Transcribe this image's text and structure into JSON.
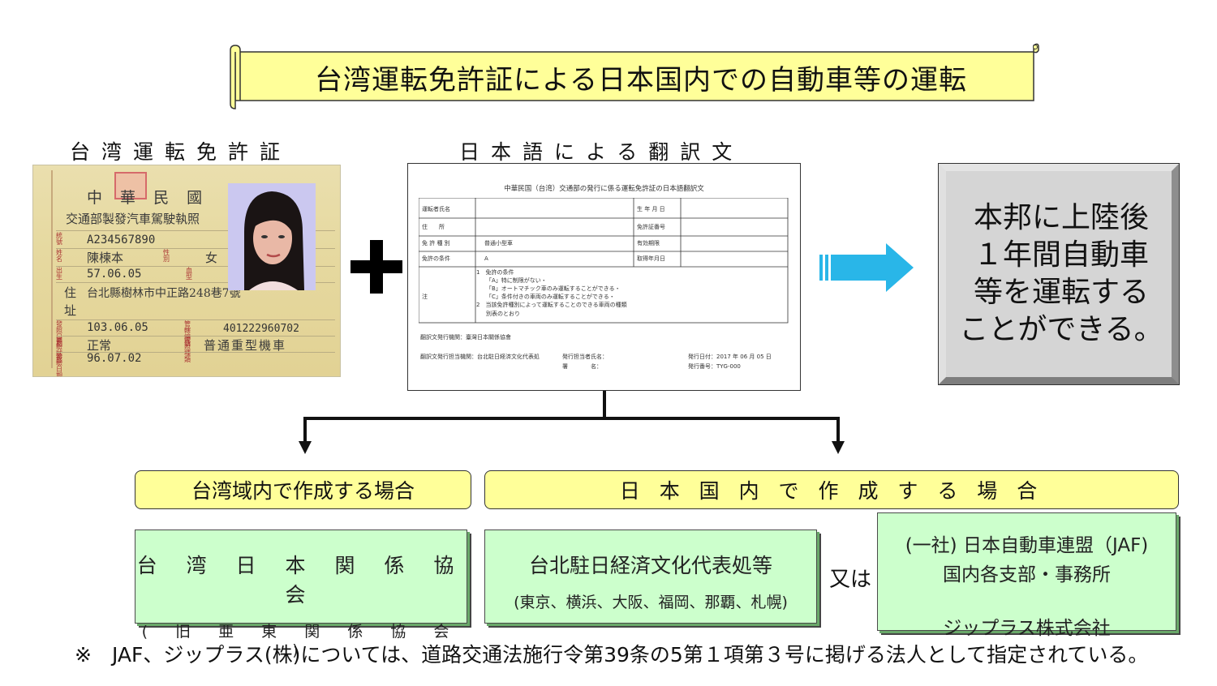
{
  "title": "台湾運転免許証による日本国内での自動車等の運転",
  "headings": {
    "license": "台湾運転免許証",
    "translation": "日本語による翻訳文"
  },
  "plus": "+",
  "license_card": {
    "country": "中 華 民 國",
    "agency": "交通部製發汽車駕駛執照",
    "id_number": "A234567890",
    "name": "陳楝本",
    "sex": "女",
    "birth": "57.06.05",
    "address": "台北縣樹林市中正路248巷7號",
    "issue_date": "103.06.05",
    "serial": "401222960702",
    "status": "正常",
    "license_type": "普通重型機車",
    "exam_date": "96.07.02",
    "labels": {
      "id": "統號",
      "name": "姓名",
      "sex": "性別",
      "birth": "出生",
      "blood": "血型",
      "addr1": "住",
      "addr2": "址",
      "issue": "發照日期",
      "serial_label": "管轄編號",
      "status_label": "審驗狀態",
      "type_label": "駕照種類",
      "exam_label": "審驗日期"
    }
  },
  "translation_doc": {
    "title": "中華民国（台湾）交通部の発行に係る運転免許証の日本語翻訳文",
    "rows": [
      {
        "l1": "運転者氏名",
        "v1": "",
        "l2": "生 年 月 日",
        "v2": ""
      },
      {
        "l1": "住　　所",
        "v1": "",
        "l2": "免許証番号",
        "v2": ""
      },
      {
        "l1": "免 許 種 別",
        "v1": "普通小型車",
        "l2": "有効期限",
        "v2": ""
      },
      {
        "l1": "免許の条件",
        "v1": "A",
        "l2": "取得年月日",
        "v2": ""
      }
    ],
    "note_label": "注",
    "notes": [
      "1　免許の条件",
      "「A」特に制限がない・",
      "「B」オートマチック車のみ運転することができる・",
      "「C」条件付きの車両のみ運転することができる・",
      "2　当該免許種別によって運転することのできる車両の種類",
      "別表のとおり"
    ],
    "footer": {
      "agency": "翻訳文発行機関：臺灣日本關係協會",
      "office": "翻訳文発行担当機関：台北駐日経済文化代表処",
      "officer": "発行担当者氏名：",
      "signature": "署　　　　名：",
      "issue_date": "発行日付：2017 年 06 月 05 日",
      "issue_number": "発行番号：TYG-000"
    }
  },
  "result": "本邦に上陸後\n１年間自動車\n等を運転する\nことができる。",
  "case_labels": {
    "taiwan": "台湾域内で作成する場合",
    "japan": "日 本 国 内 で 作 成 す る 場 合"
  },
  "issuers": {
    "taiwan_main": "台 湾 日 本 関 係 協 会",
    "taiwan_sub": "( 旧 亜 東 関 係 協 会 )",
    "japan1_main": "台北駐日経済文化代表処等",
    "japan1_sub": "(東京、横浜、大阪、福岡、那覇、札幌)",
    "or": "又は",
    "japan2_line1": "(一社) 日本自動車連盟（JAF)",
    "japan2_line2": "国内各支部・事務所",
    "japan2_line3": "ジップラス株式会社"
  },
  "footnote": "※　JAF、ジップラス(株)については、道路交通法施行令第39条の5第１項第３号に掲げる法人として指定されている。",
  "colors": {
    "title_fill": "#ffff99",
    "label_fill": "#ffff99",
    "issuer_fill": "#ccffcc",
    "arrow": "#29b6e8",
    "result_fill": "#d5d5d5"
  }
}
